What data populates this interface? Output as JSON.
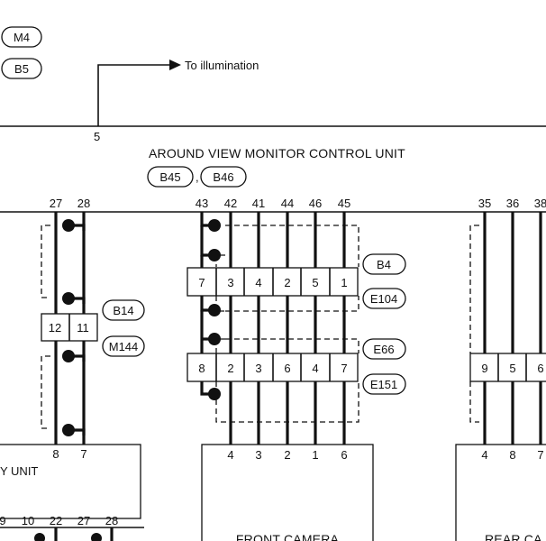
{
  "top_connectors": [
    "M4",
    "B5"
  ],
  "illumination": {
    "text": "To illumination",
    "pin": "5"
  },
  "avm": {
    "title": "AROUND VIEW MONITOR CONTROL UNIT",
    "connectors": [
      "B45",
      "B46"
    ],
    "separator": ",",
    "pins_left": [
      "27",
      "28"
    ],
    "pins_mid": [
      "43",
      "42",
      "41",
      "44",
      "46",
      "45"
    ],
    "pins_right": [
      "35",
      "36",
      "38"
    ]
  },
  "left_unit": {
    "name": "Y UNIT",
    "connector_pins": [
      "12",
      "11"
    ],
    "connector_labels": [
      "B14",
      "M144"
    ],
    "input_pins": [
      "8",
      "7"
    ],
    "bottom_pins": [
      "9",
      "10",
      "22",
      "27",
      "28"
    ]
  },
  "front_camera": {
    "name": "FRONT CAMERA",
    "connector1_pins": [
      "7",
      "3",
      "4",
      "2",
      "5",
      "1"
    ],
    "connector1_labels": [
      "B4",
      "E104"
    ],
    "connector2_pins": [
      "8",
      "2",
      "3",
      "6",
      "4",
      "7"
    ],
    "connector2_labels": [
      "E66",
      "E151"
    ],
    "input_pins": [
      "4",
      "3",
      "2",
      "1",
      "6"
    ]
  },
  "rear_camera": {
    "name": "REAR CA",
    "connector_pins": [
      "9",
      "5",
      "6"
    ],
    "input_pins": [
      "4",
      "8",
      "7"
    ]
  }
}
